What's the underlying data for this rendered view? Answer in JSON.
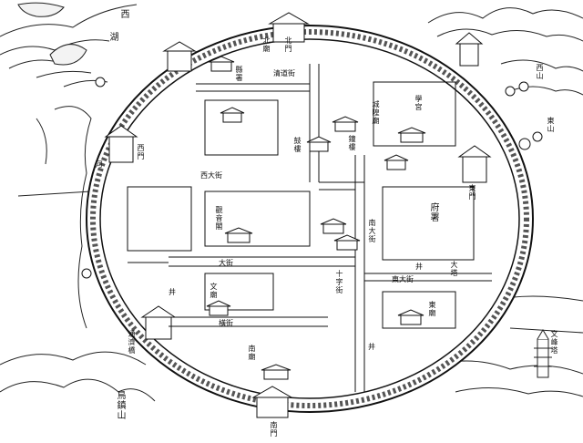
{
  "map": {
    "labels": {
      "west_lake_w": "西",
      "west_lake_h": "湖",
      "north_gate": "北門",
      "west_gate": "西門",
      "east_gate": "東門",
      "south_gate": "南門",
      "prefecture": "府署",
      "county": "縣署",
      "drum_tower": "鼓樓",
      "bell_tower": "鐘樓",
      "study_palace": "學宮",
      "city_god": "城隍廟",
      "temple_north": "北廟",
      "west_pavilion": "西山",
      "great_pagoda": "大塔",
      "east_temple": "東廟",
      "south_temple": "南廟",
      "wen_temple": "文廟",
      "mountain_sw": "鳥鎮山",
      "pagoda_se": "文峰塔",
      "hill_ne": "東山",
      "hall_inner": "觀音閣",
      "lane_1": "十字街",
      "well_1": "井",
      "well_2": "井",
      "well_3": "井",
      "river_w": "河",
      "sw_note": "通濟橋",
      "street_text_1": "清道街",
      "street_text_2": "大街",
      "street_text_3": "橫街",
      "street_text_4": "南大街",
      "street_text_5": "西大街",
      "street_text_6": "東大街"
    }
  }
}
